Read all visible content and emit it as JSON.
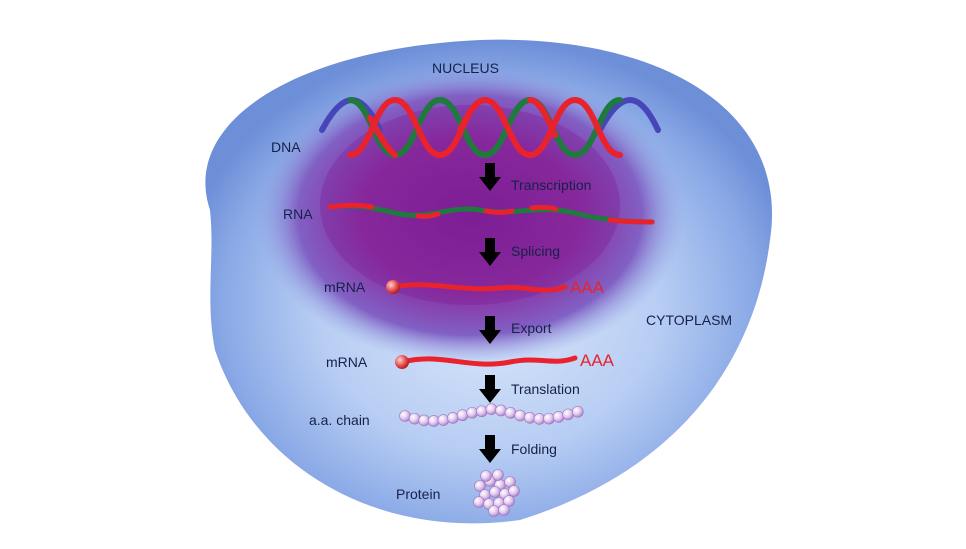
{
  "labels": {
    "nucleus": "NUCLEUS",
    "cytoplasm": "CYTOPLASM",
    "dna": "DNA",
    "rna": "RNA",
    "mrna_nucleus": "mRNA",
    "mrna_cytoplasm": "mRNA",
    "aa_chain": "a.a. chain",
    "protein": "Protein",
    "poly_a_nucleus": "AAA",
    "poly_a_cytoplasm": "AAA"
  },
  "steps": [
    "Transcription",
    "Splicing",
    "Export",
    "Translation",
    "Folding"
  ],
  "colors": {
    "cell_light": "#dbe7fb",
    "cell_dark": "#6e8fd9",
    "nucleus_core": "#8a1e9a",
    "nucleus_edge": "#6a5bd0",
    "strand_red": "#e8232e",
    "strand_green": "#1f7a3e",
    "strand_blue": "#4646b8",
    "label_text": "#16214a",
    "poly_a": "#e8232e",
    "bead": "#d7b4e6",
    "arrow": "#000000"
  }
}
